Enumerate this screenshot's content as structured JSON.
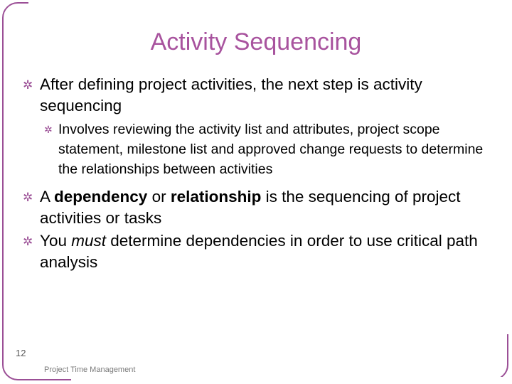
{
  "slide": {
    "title": "Activity Sequencing",
    "page_number": "12",
    "footer": "Project Time Management",
    "accent_color": "#9b4f96",
    "title_color": "#a8539e",
    "bullet_glyph": "✲",
    "bullets": [
      {
        "level": 1,
        "text": "After defining project activities, the next step is activity sequencing"
      },
      {
        "level": 2,
        "text": "Involves reviewing the activity list and attributes, project scope statement, milestone list and approved change requests to determine the relationships between activities"
      },
      {
        "level": 1,
        "segments": [
          {
            "text": "A ",
            "style": "normal"
          },
          {
            "text": "dependency",
            "style": "bold"
          },
          {
            "text": " or ",
            "style": "normal"
          },
          {
            "text": "relationship",
            "style": "bold"
          },
          {
            "text": " is the sequencing of project activities or tasks",
            "style": "normal"
          }
        ]
      },
      {
        "level": 1,
        "segments": [
          {
            "text": "You ",
            "style": "normal"
          },
          {
            "text": "must",
            "style": "italic"
          },
          {
            "text": " determine dependencies in order to use critical path analysis",
            "style": "normal"
          }
        ]
      }
    ]
  }
}
